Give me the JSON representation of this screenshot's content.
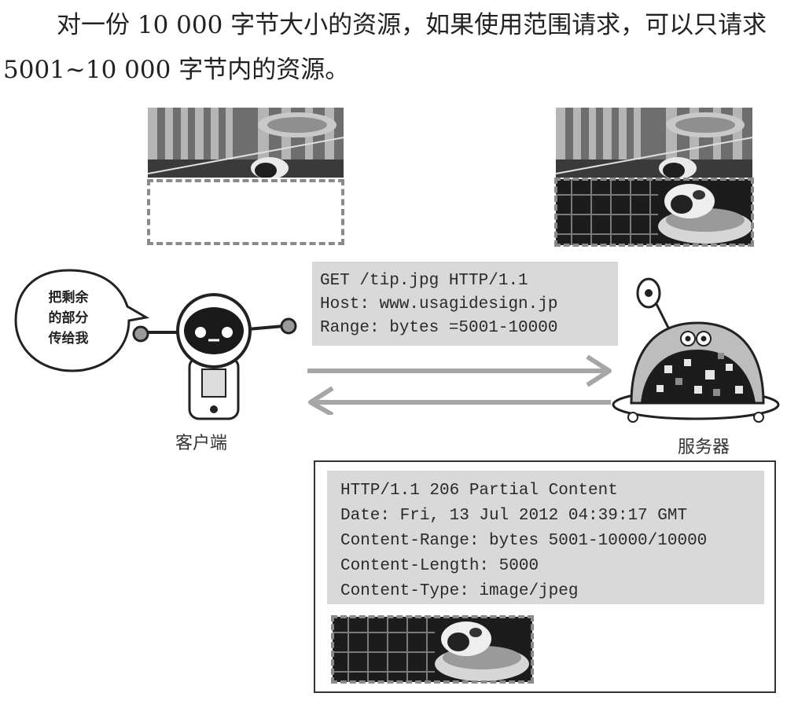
{
  "intro": {
    "line1": "对一份 10 000 字节大小的资源，如果使用范围请求，可以只请求",
    "line2": "5001~10 000 字节内的资源。"
  },
  "client": {
    "label": "客户端",
    "speech": [
      "把剩余",
      "的部分",
      "传给我"
    ]
  },
  "server": {
    "label": "服务器"
  },
  "request": {
    "lines": [
      "GET /tip.jpg HTTP/1.1",
      "Host: www.usagidesign.jp",
      "Range: bytes =5001-10000"
    ]
  },
  "response": {
    "lines": [
      "HTTP/1.1 206 Partial Content",
      "Date: Fri, 13 Jul 2012 04:39:17 GMT",
      "Content-Range: bytes 5001-10000/10000",
      "Content-Length: 5000",
      "Content-Type: image/jpeg"
    ]
  },
  "colors": {
    "code_bg": "#d9d9d9",
    "dash": "#8a8a8a",
    "arrow": "#a6a6a6"
  }
}
